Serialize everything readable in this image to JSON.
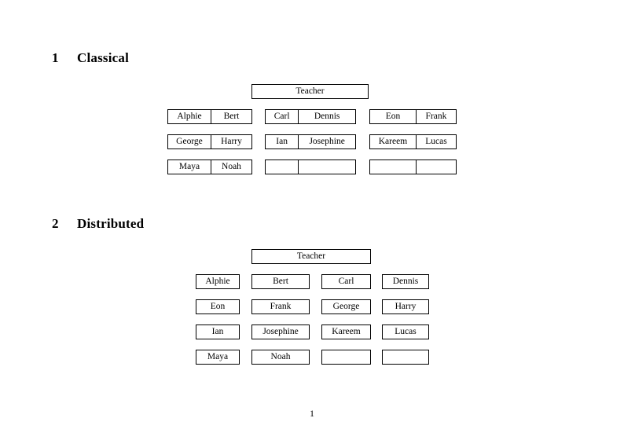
{
  "document": {
    "page_number": "1",
    "sections": [
      {
        "number": "1",
        "title": "Classical",
        "root_label": "Teacher",
        "layout": "grouped-pairs",
        "groups": [
          {
            "id": "group-left",
            "rows": [
              [
                "Alphie",
                "Bert"
              ],
              [
                "George",
                "Harry"
              ],
              [
                "Maya",
                "Noah"
              ]
            ]
          },
          {
            "id": "group-middle",
            "rows": [
              [
                "Carl",
                "Dennis"
              ],
              [
                "Ian",
                "Josephine"
              ],
              [
                "",
                ""
              ]
            ]
          },
          {
            "id": "group-right",
            "rows": [
              [
                "Eon",
                "Frank"
              ],
              [
                "Kareem",
                "Lucas"
              ],
              [
                "",
                ""
              ]
            ]
          }
        ]
      },
      {
        "number": "2",
        "title": "Distributed",
        "root_label": "Teacher",
        "layout": "individual-boxes",
        "rows": [
          [
            "Alphie",
            "Bert",
            "Carl",
            "Dennis"
          ],
          [
            "Eon",
            "Frank",
            "George",
            "Harry"
          ],
          [
            "Ian",
            "Josephine",
            "Kareem",
            "Lucas"
          ],
          [
            "Maya",
            "Noah",
            "",
            ""
          ]
        ]
      }
    ]
  },
  "colors": {
    "page_background": "#ffffff",
    "text": "#000000",
    "box_border": "#000000"
  }
}
